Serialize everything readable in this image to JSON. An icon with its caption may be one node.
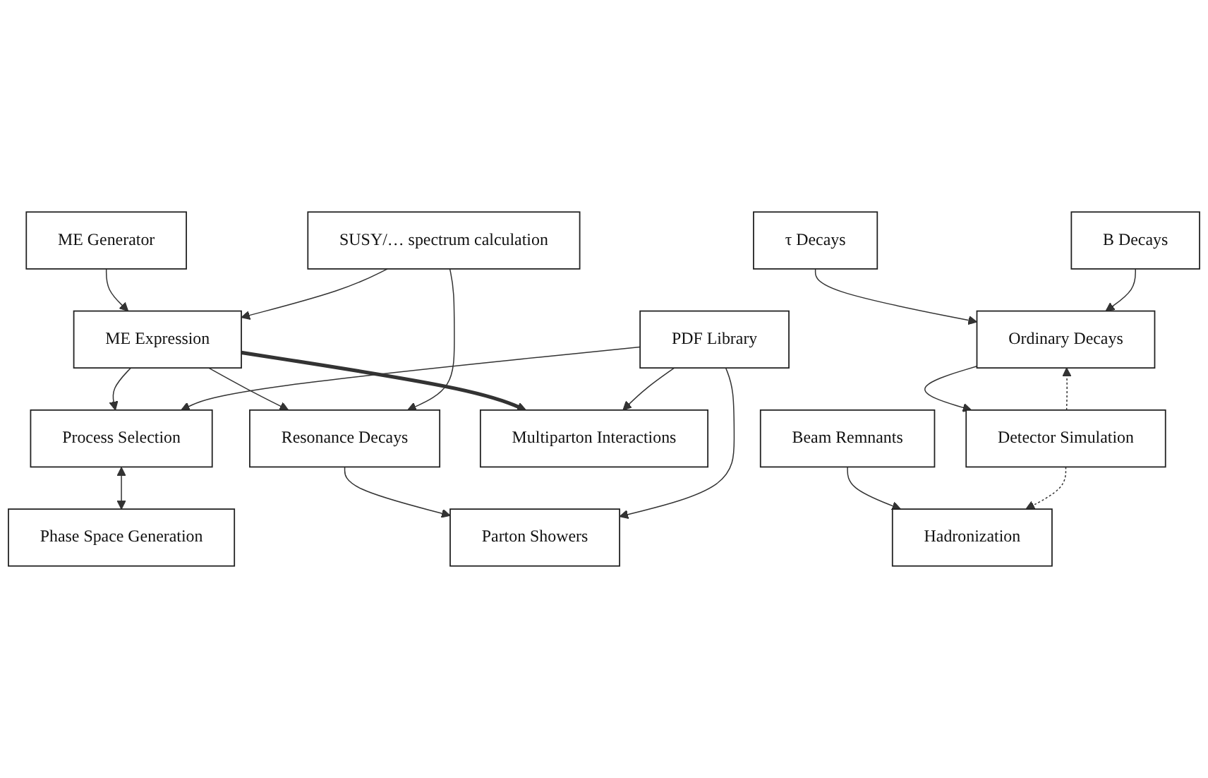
{
  "diagram": {
    "nodes": [
      {
        "text": [
          "ME Generator"
        ]
      },
      {
        "text": [
          "ME Expression"
        ]
      },
      {
        "text": [
          "SUSY/… spectrum calculation"
        ]
      },
      {
        "text": [
          "Process Selection"
        ]
      },
      {
        "text": [
          "Resonance Decays"
        ]
      },
      {
        "text": [
          "Parton Showers"
        ]
      },
      {
        "text": [
          "Multiparton Interactions"
        ]
      },
      {
        "text": [
          "Beam Remnants"
        ]
      },
      {
        "text": [
          "Hadronization"
        ]
      },
      {
        "text": [
          "Ordinary Decays"
        ]
      },
      {
        "text": [
          "Detector Simulation"
        ]
      },
      {
        "text": [
          "Phase Space Generation"
        ]
      },
      {
        "text": [
          "PDF Library"
        ]
      },
      {
        "text": [
          "τ Decays"
        ]
      },
      {
        "text": [
          "B Decays"
        ]
      }
    ],
    "edges": [
      {
        "from": 0,
        "to": 1,
        "arrow": "to"
      },
      {
        "from": 2,
        "to": 1,
        "arrow": "to"
      },
      {
        "from": 1,
        "to": 3,
        "arrow": "to"
      },
      {
        "from": 1,
        "to": 4,
        "arrow": "to"
      },
      {
        "from": 2,
        "to": 4,
        "arrow": "to"
      },
      {
        "from": 1,
        "to": 6,
        "arrow": "to",
        "style": "thick"
      },
      {
        "from": 4,
        "to": 5,
        "arrow": "to"
      },
      {
        "from": 3,
        "to": 11,
        "arrow": "both"
      },
      {
        "from": 12,
        "to": 3,
        "arrow": "to"
      },
      {
        "from": 12,
        "to": 5,
        "arrow": "to"
      },
      {
        "from": 12,
        "to": 6,
        "arrow": "to"
      },
      {
        "from": 7,
        "to": 8,
        "arrow": "to"
      },
      {
        "from": 13,
        "to": 9,
        "arrow": "to"
      },
      {
        "from": 14,
        "to": 9,
        "arrow": "to"
      },
      {
        "from": 9,
        "to": 10,
        "arrow": "to"
      },
      {
        "from": 10,
        "to": 8,
        "arrow": "to",
        "style": "dashed"
      },
      {
        "from": 10,
        "to": 9,
        "arrow": "to",
        "style": "dashed"
      }
    ]
  }
}
